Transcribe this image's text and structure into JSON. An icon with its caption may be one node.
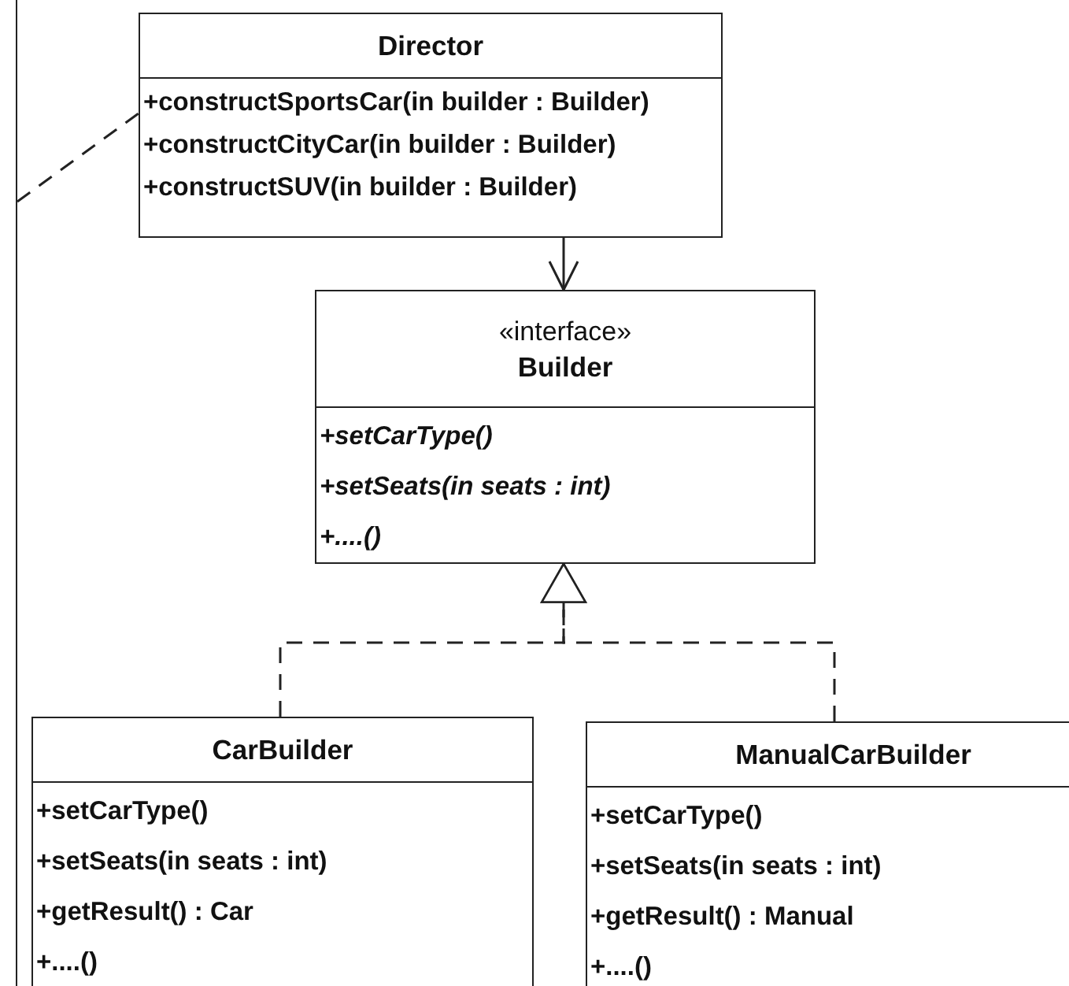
{
  "diagram": {
    "nodes": [
      {
        "text": [],
        "shape": "box"
      },
      {
        "text": [
          "Director",
          "+constructSportsCar(in builder : Builder)",
          "+constructCityCar(in builder : Builder)",
          "+constructSUV(in builder : Builder)"
        ]
      },
      {
        "text": [
          "«interface»",
          "Builder",
          "+setCarType()",
          "+setSeats(in seats : int)",
          "+....()"
        ]
      },
      {
        "text": [
          "CarBuilder",
          "+setCarType()",
          "+setSeats(in seats : int)",
          "+getResult() : Car",
          "+....()"
        ]
      },
      {
        "text": [
          "ManualCarBuilder",
          "+setCarType()",
          "+setSeats(in seats : int)",
          "+getResult() : Manual",
          "+....()"
        ]
      }
    ],
    "edges": [
      {
        "from": 0,
        "to": 1,
        "arrow": "none",
        "style": "dashed"
      },
      {
        "from": 1,
        "to": 2,
        "arrow": "to"
      },
      {
        "from": 3,
        "to": 2,
        "arrow": "to",
        "style": "dashed"
      },
      {
        "from": 4,
        "to": 2,
        "arrow": "to",
        "style": "dashed"
      }
    ]
  }
}
